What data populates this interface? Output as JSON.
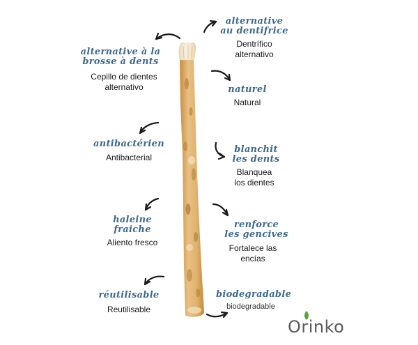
{
  "colors": {
    "french_text": "#3d6a8f",
    "spanish_text": "#1a1a1a",
    "stick_base": "#e2b673",
    "stick_dark": "#b98032",
    "bristles": "#f3e7d0",
    "logo_text": "#5a5a5a",
    "logo_leaf": "#5aa53a"
  },
  "labels": {
    "toothbrush": {
      "fr": [
        "alternative à la",
        "brosse à dents"
      ],
      "es": [
        "Cepillo de dientes",
        "alternativo"
      ]
    },
    "toothpaste": {
      "fr": [
        "alternative",
        "au dentifrice"
      ],
      "es": [
        "Dentrífico",
        "alternativo"
      ]
    },
    "natural": {
      "fr": [
        "naturel"
      ],
      "es": [
        "Natural"
      ]
    },
    "antibacterial": {
      "fr": [
        "antibactérien"
      ],
      "es": [
        "Antibacterial"
      ]
    },
    "whitening": {
      "fr": [
        "blanchit",
        "les dents"
      ],
      "es": [
        "Blanquea",
        "los dientes"
      ]
    },
    "breath": {
      "fr": [
        "haleine",
        "fraiche"
      ],
      "es": [
        "Aliento fresco"
      ]
    },
    "gums": {
      "fr": [
        "renforce",
        "les gencives"
      ],
      "es": [
        "Fortalece las",
        "encías"
      ]
    },
    "reusable": {
      "fr": [
        "réutilisable"
      ],
      "es": [
        "Reutilisable"
      ]
    },
    "biodegradable": {
      "fr": [
        "biodegradable"
      ],
      "es": [
        "biodegradable"
      ]
    }
  },
  "icons": {
    "arrows": "curved-arrow-icon",
    "stick": "miswak-stick-icon",
    "leaf": "leaf-icon"
  },
  "brand": {
    "name": "Orinko"
  }
}
